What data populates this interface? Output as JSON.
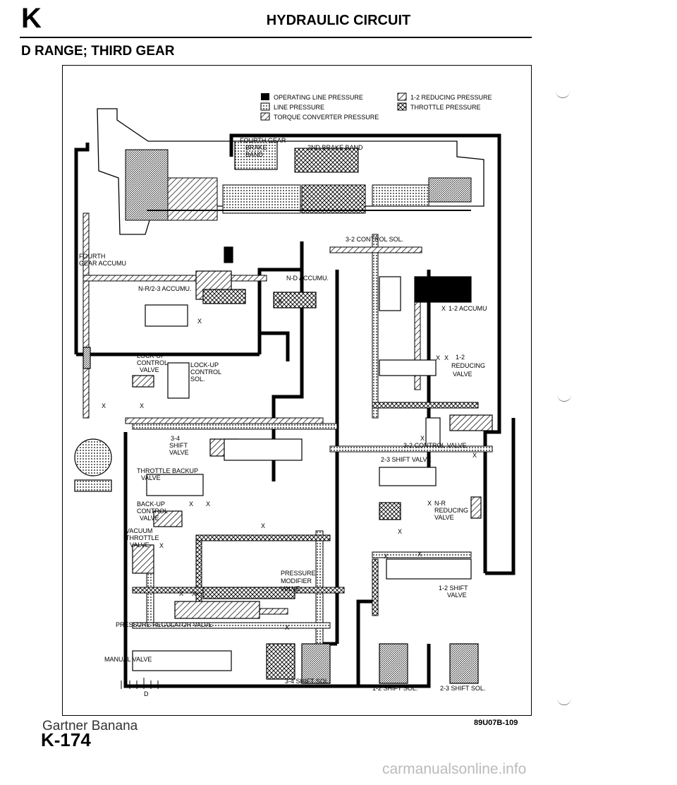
{
  "header": {
    "section_letter": "K",
    "title": "HYDRAULIC CIRCUIT",
    "subtitle": "D RANGE; THIRD GEAR"
  },
  "legend": [
    {
      "label": "OPERATING LINE PRESSURE",
      "pattern": "solid"
    },
    {
      "label": "LINE PRESSURE",
      "pattern": "dots"
    },
    {
      "label": "TORQUE CONVERTER PRESSURE",
      "pattern": "hatch"
    },
    {
      "label": "1-2 REDUCING PRESSURE",
      "pattern": "hatch"
    },
    {
      "label": "THROTTLE PRESSURE",
      "pattern": "cross"
    }
  ],
  "labels": {
    "fourth_gear_brake_band": [
      "FOURTH GEAR",
      "BRAKE",
      "BAND"
    ],
    "second_brake_band": "2ND BRAKE BAND",
    "fourth_gear_accumu": [
      "FOURTH",
      "GEAR ACCUMU"
    ],
    "n_r_2_3_accumu": "N-R/2-3 ACCUMU.",
    "n_d_accumu": "N-D ACCUMU.",
    "control_sol_3_2": "3-2 CONTROL SOL.",
    "accumu_1_2": "1-2 ACCUMU",
    "reducing_valve_1_2": [
      "1-2",
      "REDUCING",
      "VALVE"
    ],
    "lockup_control_valve": [
      "LOCK-UP",
      "CONTROL",
      "VALVE"
    ],
    "lockup_control_sol": [
      "LOCK-UP",
      "CONTROL",
      "SOL."
    ],
    "shift_valve_3_4": [
      "3-4",
      "SHIFT",
      "VALVE"
    ],
    "control_valve_3_2": "3-2 CONTROL VALVE",
    "shift_valve_2_3": "2-3 SHIFT VALVE",
    "throttle_backup_valve": [
      "THROTTLE BACKUP",
      "VALVE"
    ],
    "backup_control_valve": [
      "BACK-UP",
      "CONTROL",
      "VALVE"
    ],
    "n_r_reducing_valve": [
      "N-R",
      "REDUCING",
      "VALVE"
    ],
    "vacuum_throttle_valve": [
      "VACUUM",
      "THROTTLE",
      "VALVE"
    ],
    "pressure_modifier_valve": [
      "PRESSURE",
      "MODIFIER",
      "VALVE"
    ],
    "shift_valve_1_2": [
      "1-2 SHIFT",
      "VALVE"
    ],
    "pressure_regulator_valve": "PRESSURE REGULATOR VALVE",
    "manual_valve": "MANUAL VALVE",
    "manual_d": "D",
    "shift_sol_3_4": "3-4 SHIFT SOL.",
    "shift_sol_1_2": "1-2 SHIFT SOL.",
    "shift_sol_2_3": "2-3 SHIFT SOL.",
    "drain_x": "X"
  },
  "footer": {
    "figure_code": "89U07B-109",
    "name_watermark": "Gartner Banana",
    "page_number": "K-174",
    "site_watermark": "carmanualsonline.info"
  }
}
